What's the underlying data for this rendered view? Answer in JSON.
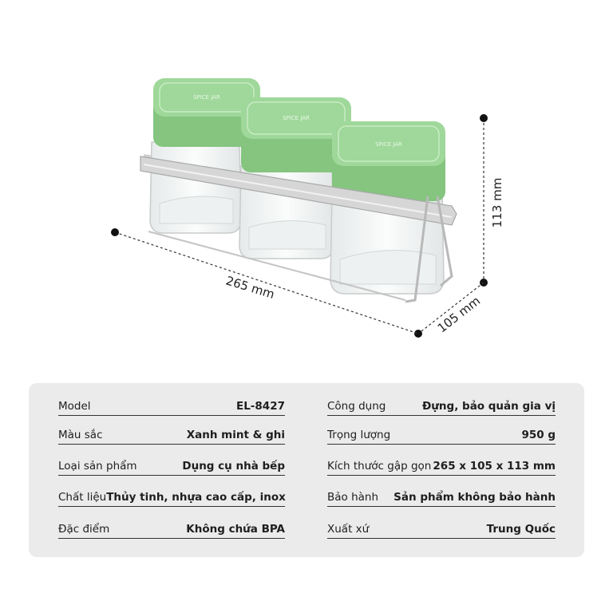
{
  "dimensions": {
    "length": "265 mm",
    "depth": "105 mm",
    "height": "113 mm"
  },
  "product": {
    "lid_text": "SPICE JAR",
    "lid_color": "#9fd89a",
    "lid_shade": "#85c57f",
    "rack_color": "#c9c9c9",
    "glass_color": "#f4f6f6"
  },
  "specs": {
    "left": [
      {
        "label": "Model",
        "value": "EL-8427"
      },
      {
        "label": "Màu sắc",
        "value": "Xanh mint & ghi"
      },
      {
        "label": "Loại sản phẩm",
        "value": "Dụng cụ nhà bếp"
      },
      {
        "label": "Chất liệu",
        "value": "Thủy tinh, nhựa cao cấp, inox"
      },
      {
        "label": "Đặc điểm",
        "value": "Không chứa BPA"
      }
    ],
    "right": [
      {
        "label": "Công dụng",
        "value": "Đựng, bảo quản gia vị"
      },
      {
        "label": "Trọng lượng",
        "value": "950 g"
      },
      {
        "label": "Kích thước gập gọn",
        "value": "265 x 105 x 113 mm"
      },
      {
        "label": "Bảo hành",
        "value": "Sản phẩm không bảo hành"
      },
      {
        "label": "Xuất xứ",
        "value": "Trung Quốc"
      }
    ]
  }
}
